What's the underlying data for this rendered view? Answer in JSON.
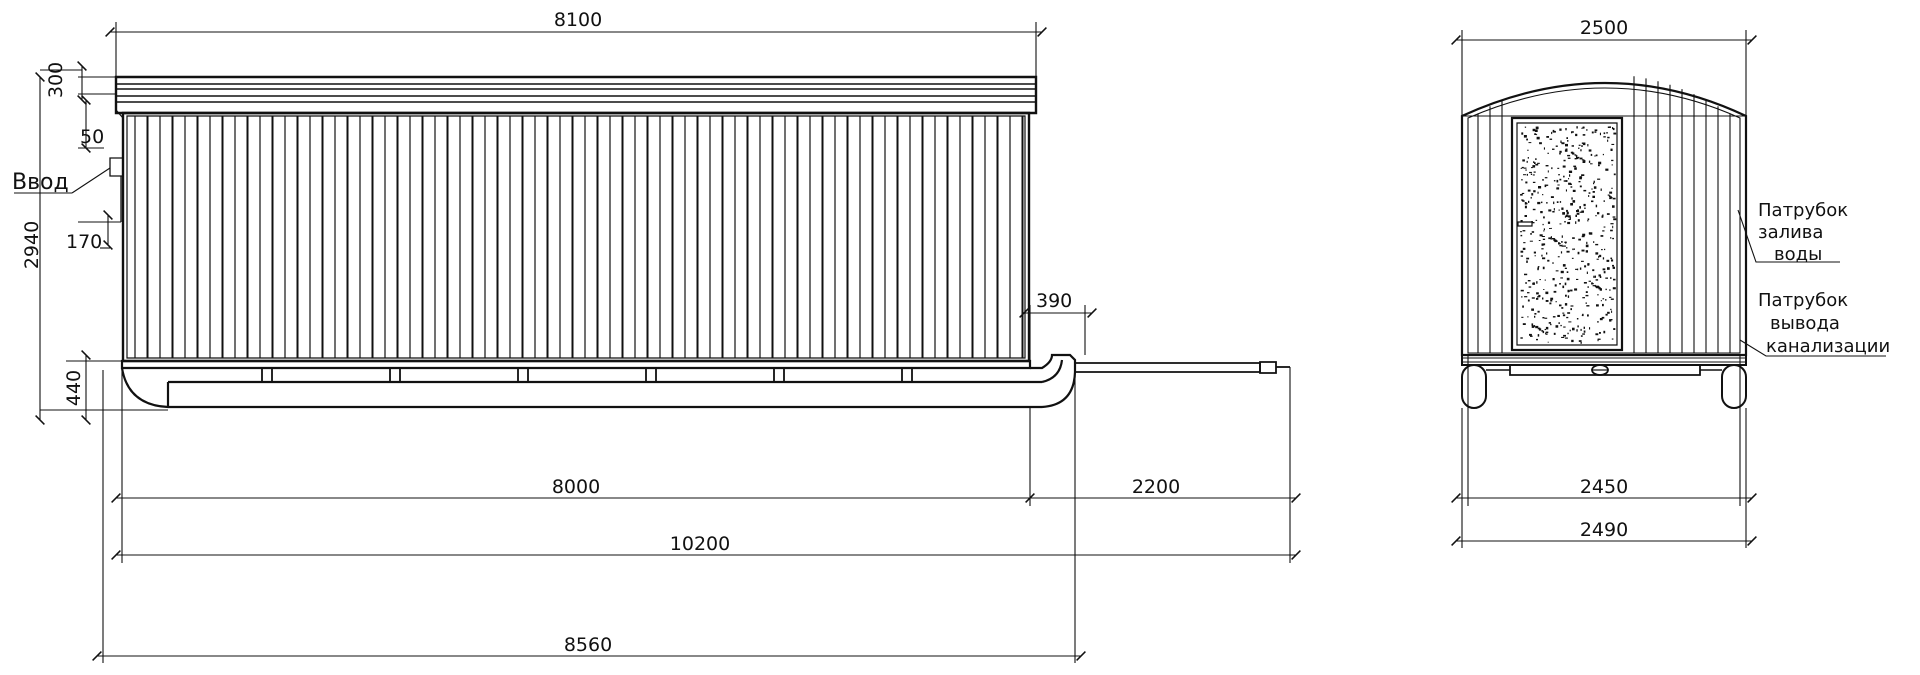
{
  "side_view": {
    "dims": {
      "top_length": "8100",
      "roof_height": "300",
      "gap_small": "50",
      "overall_height": "2940",
      "inlet_offset": "170",
      "skid_height": "440",
      "nozzle_offset": "390",
      "body_length": "8000",
      "drawbar_length": "2200",
      "overall_length": "10200",
      "skid_length": "8560"
    },
    "inlet_label": "Ввод"
  },
  "front_view": {
    "dims": {
      "top_width": "2500",
      "body_width": "2450",
      "overall_width": "2490"
    },
    "water_inlet_label": [
      "Патрубок",
      "залива",
      "воды"
    ],
    "sewer_outlet_label": [
      "Патрубок",
      "вывода",
      "канализации"
    ]
  },
  "colors": {
    "line": "#111111",
    "background": "#ffffff"
  }
}
